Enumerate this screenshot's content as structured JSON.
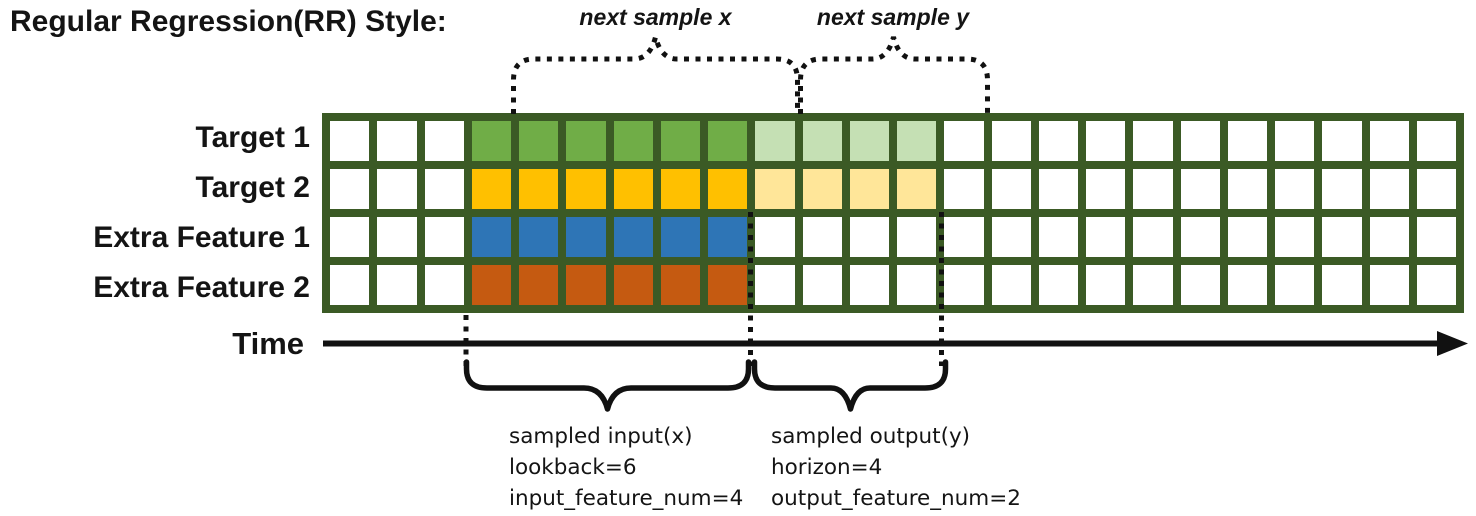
{
  "title": "Regular Regression(RR) Style:",
  "top_annotations": {
    "next_sample_x": "next sample x",
    "next_sample_y": "next sample y"
  },
  "grid": {
    "columns": 24,
    "border_color": "#3B5A25",
    "layout": {
      "input_start_col": 3,
      "lookback": 6,
      "horizon": 4
    },
    "rows": [
      {
        "label": "Target 1",
        "input_color": "#70AD47",
        "output_color": "#C5E0B4"
      },
      {
        "label": "Target 2",
        "input_color": "#FFC000",
        "output_color": "#FFE699"
      },
      {
        "label": "Extra Feature 1",
        "input_color": "#2E75B6",
        "output_color": null
      },
      {
        "label": "Extra Feature 2",
        "input_color": "#C55A11",
        "output_color": null
      }
    ]
  },
  "time_axis": {
    "label": "Time"
  },
  "bottom_annotations": {
    "input": {
      "lines": [
        "sampled input(x)",
        "lookback=6",
        "input_feature_num=4"
      ]
    },
    "output": {
      "lines": [
        "sampled output(y)",
        "horizon=4",
        "output_feature_num=2"
      ]
    }
  }
}
